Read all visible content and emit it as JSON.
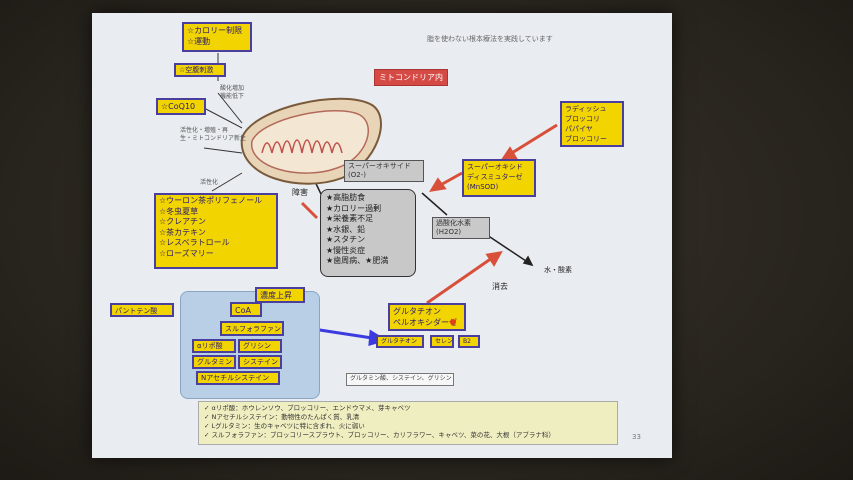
{
  "header_note": "脂を使わない根本療法を実践しています",
  "mitochondria_label": "ミトコンドリア内",
  "boxes": {
    "calorie": [
      "☆カロリー制限",
      "☆運動"
    ],
    "hunger": "☆空腹刺激",
    "note_top": [
      "酸化増加",
      "機能低下"
    ],
    "coq10": "☆CoQ10",
    "note_left": [
      "活性化・増殖・再",
      "生・ミトコンドリア新生"
    ],
    "note_small": "活性化",
    "polyphenol": [
      "☆ウーロン茶ポリフェノール",
      "☆冬虫夏草",
      "☆クレアチン",
      "☆茶カテキン",
      "☆レスベラトロール",
      "☆ローズマリー"
    ],
    "superoxide": [
      "スーパーオキサイド",
      "(O2-)"
    ],
    "damage": "障害",
    "causes": [
      "★高脂肪食",
      "★カロリー過剰",
      "★栄養素不足",
      "★水銀、鉛",
      "★スタチン",
      "★慢性炎症",
      "★歯周病、★肥満"
    ],
    "sod": [
      "スーパーオキシド",
      "ディスミュターゼ",
      "(MnSOD)"
    ],
    "foods": [
      "ラディッシュ",
      "ブロッコリ",
      "パパイヤ",
      "ブロッコリー"
    ],
    "h2o2": [
      "過酸化水素",
      "(H2O2)"
    ],
    "water": "水・酸素",
    "disappear": "消去",
    "pantothenic": "パントテン酸",
    "coa": "CoA",
    "conc_up": "濃度上昇",
    "sulfo": "スルフォラファン",
    "alpha": "αリポ酸",
    "glycine": "グリシン",
    "glutamine": "グルタミン",
    "cysteine": "システイン",
    "nac": "Nアセチルシステイン",
    "gpx": [
      "グルタチオン",
      "ペルオキシダーゼ"
    ],
    "glutathione": "グルタチオン",
    "selenium": "セレン",
    "b2": "B2",
    "amino": "グルタミン酸、システイン、グリシン",
    "notes": [
      "✓ αリポ酸：ホウレンソウ、ブロッコリー、エンドウマメ、芽キャベツ",
      "✓ Nアセチルシステイン：動物性のたんぱく質、乳清",
      "✓ Lグルタミン：生のキャベツに特に含まれ、火に弱い",
      "✓ スルフォラファン：ブロッコリースプラウト、ブロッコリー、カリフラワー、キャベツ、菜の花、大根（アブラナ科）"
    ],
    "page_num": "33"
  },
  "colors": {
    "yellow": "#f2d400",
    "border": "#4a3f9e",
    "red_arrow": "#d8503a",
    "blue_arrow": "#3b3be0",
    "panel": "#b9cfe6"
  }
}
